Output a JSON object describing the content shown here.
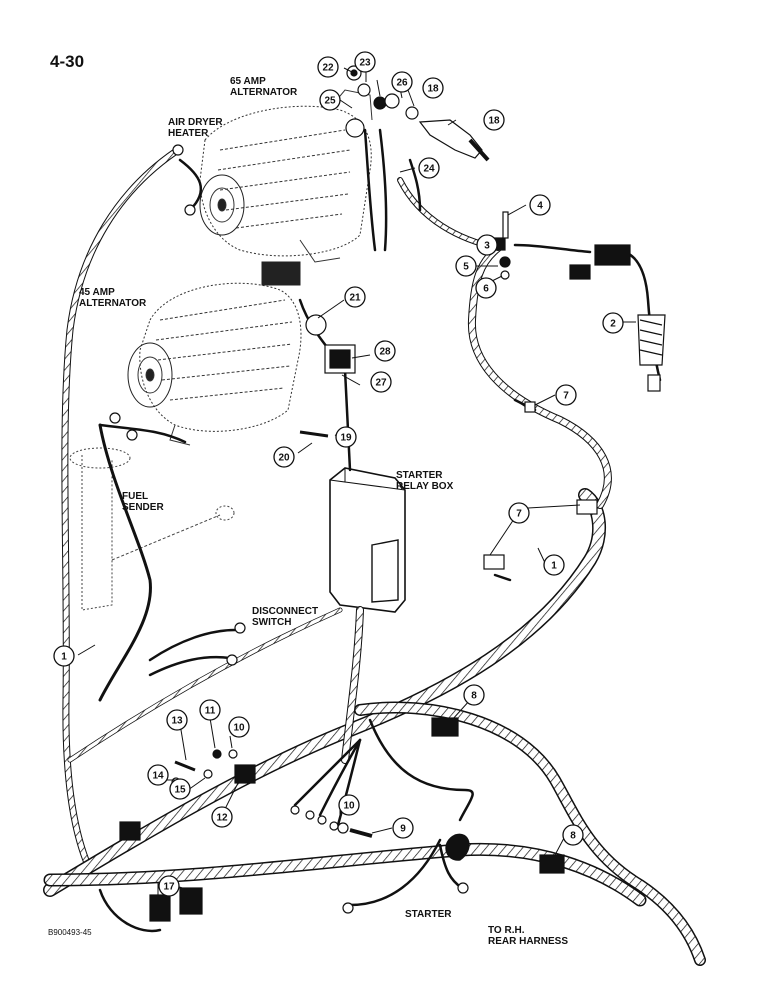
{
  "page": {
    "number": "4-30",
    "doc_code": "B900493-45"
  },
  "labels": {
    "alt65": "65 AMP\nALTERNATOR",
    "air_dryer": "AIR DRYER\nHEATER",
    "alt45": "45 AMP\nALTERNATOR",
    "fuel": "FUEL\nSENDER",
    "relay": "STARTER\nRELAY BOX",
    "disconnect": "DISCONNECT\nSWITCH",
    "starter": "STARTER",
    "rear": "TO R.H.\nREAR HARNESS"
  },
  "callouts": [
    "1",
    "1",
    "2",
    "3",
    "4",
    "5",
    "6",
    "7",
    "7",
    "8",
    "8",
    "9",
    "10",
    "10",
    "11",
    "12",
    "13",
    "14",
    "15",
    "17",
    "18",
    "18",
    "19",
    "20",
    "21",
    "22",
    "23",
    "24",
    "25",
    "26",
    "27",
    "28"
  ]
}
